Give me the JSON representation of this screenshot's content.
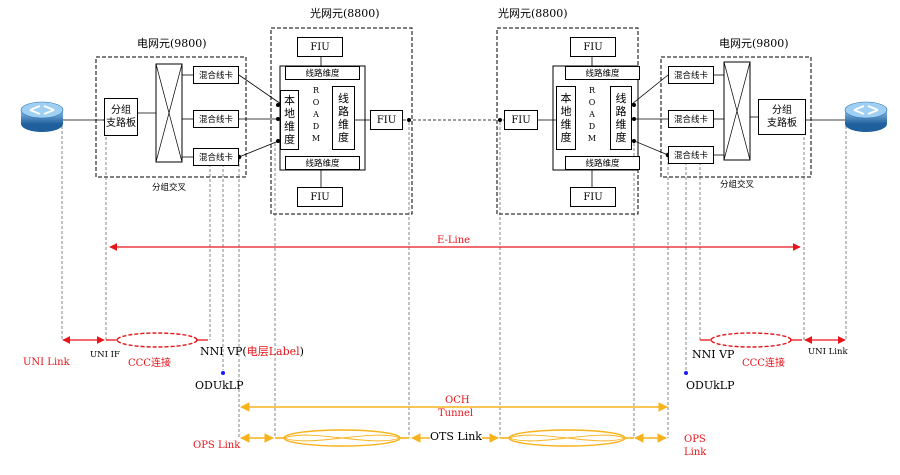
{
  "left_ne": {
    "title": "电网元(9800)",
    "branch_board": "分组\n支路板",
    "hybrid_card": "混合线卡",
    "packet_cross": "分组交叉"
  },
  "right_ne": {
    "title": "电网元(9800)",
    "branch_board": "分组\n支路板",
    "hybrid_card": "混合线卡",
    "packet_cross": "分组交叉"
  },
  "left_one": {
    "title": "光网元(8800)",
    "fiu": "FIU",
    "line_dim": "线路维度",
    "local_dim": "本地维度",
    "line_dim_v": "线路维度",
    "roadm": "ROADM"
  },
  "right_one": {
    "title": "光网元(8800)",
    "fiu": "FIU",
    "line_dim": "线路维度",
    "local_dim": "本地维度",
    "line_dim_v": "线路维度",
    "roadm": "ROADM"
  },
  "labels": {
    "e_line": "E-Line",
    "uni_link_left": "UNI Link",
    "uni_if": "UNI IF",
    "ccc_left": "CCC连接",
    "nni_vp_left": "NNI VP(",
    "nni_vp_left_red": "电层Label",
    "nni_vp_left_close": ")",
    "odukl_left": "ODUkLP",
    "nni_vp_right": "NNI VP",
    "ccc_right": "CCC连接",
    "uni_link_right": "UNI Link",
    "odukl_right": "ODUkLP",
    "och_line1": "OCH",
    "och_line2": "Tunnel",
    "ops_link_left": "OPS Link",
    "ots_link": "OTS Link",
    "ops_link_right": "OPS\nLink"
  },
  "colors": {
    "red": "#e8141a",
    "orange": "#f7b21c",
    "router_blue": "#2a6fb0"
  }
}
